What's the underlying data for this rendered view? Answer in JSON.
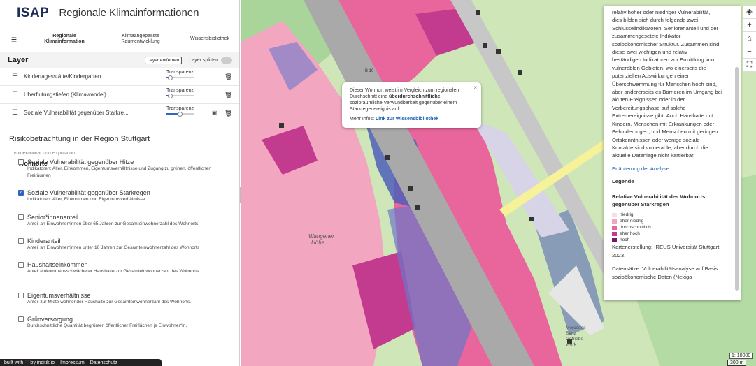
{
  "app": {
    "logo_text": "ISAP",
    "title": "Regionale Klimainformationen"
  },
  "nav": {
    "tabs": [
      {
        "label_line1": "Regionale",
        "label_line2": "Klimainformation"
      },
      {
        "label_line1": "Klimaangepasste",
        "label_line2": "Raumentwicklung"
      },
      {
        "label_line1": "Wissensbibliothek",
        "label_line2": ""
      }
    ]
  },
  "layers": {
    "title": "Layer",
    "remove_label": "Layer entfernen",
    "split_label": "Layer splitten",
    "items": [
      {
        "name": "Kindertagesstätte/Kindergarten",
        "transparency_label": "Transparenz",
        "transparency_level": 0.05
      },
      {
        "name": "Überflutungstiefen (Klimawandel)",
        "transparency_label": "Transparenz",
        "transparency_level": 0.05
      },
      {
        "name": "Soziale Vulnerabilität gegenüber Starkre...",
        "transparency_label": "Transparenz",
        "transparency_level": 0.45
      }
    ]
  },
  "risk": {
    "title": "Risikobetrachtung in der Region Stuttgart",
    "cut_text": "Vulnerabilität und Exposition",
    "section": "Wohnorte",
    "items": [
      {
        "label": "Soziale Vulnerabilität gegenüber Hitze",
        "desc": "Indikatoren: Alter, Einkommen, Eigentumsverhältnisse und Zugang zu grünen, öffentlichen Freiräumen",
        "checked": false
      },
      {
        "label": "Soziale Vulnerabilität gegenüber Starkregen",
        "desc": "Indikatoren: Alter, Einkommen und Eigentumsverhältnisse",
        "checked": true
      },
      {
        "label": "Senior*innenanteil",
        "desc": "Anteil an Einwohner*innen über 65 Jahren zur Gesamteinwohnerzahl des Wohnorts",
        "checked": false
      },
      {
        "label": "Kinderanteil",
        "desc": "Anteil an Einwohner*innen unter 10 Jahren zur Gesamteinwohnerzahl des Wohnorts",
        "checked": false
      },
      {
        "label": "Haushaltseinkommen",
        "desc": "Anteil einkommensschwächerer Haushalte zur Gesamteinwohnerzahl des Wohnorts",
        "checked": false
      },
      {
        "label": "Eigentumsverhältnisse",
        "desc": "Anteil zur Miete wohnender Haushalte zur Gesamteinwohnerzahl des Wohnorts.",
        "checked": false
      },
      {
        "label": "Grünversorgung",
        "desc": "Durchschnittliche Quantität begrünter, öffentlicher Freiflächen je Einwohner*in.",
        "checked": false
      }
    ]
  },
  "footer": {
    "built_with": "built with",
    "by": "by inditik.io",
    "impressum": "Impressum",
    "datenschutz": "Datenschutz"
  },
  "popup": {
    "line1": "Dieser Wohnort weist im Vergleich zum regionalen",
    "line2_pre": "Durchschnitt eine ",
    "line2_bold": "überdurchschnittliche",
    "line3": "sozioräumliche Verwundbarkeit gegenüber einem",
    "line4": "Starkregenereignis auf.",
    "more_label": "Mehr Infos: ",
    "link_label": "Link zur Wissensbibliothek",
    "close": "×"
  },
  "legend_panel": {
    "lines": [
      "relativ hoher oder niedriger Vulnerabilität,",
      "dies bilden sich durch folgende zwei",
      "Schlüsselindikatoren: Seniorenanteil und der",
      "zusammengesetzte Indikator",
      "sozioökonomischer Struktur. Zusammen sind",
      "diese zwei wichtigen und relativ",
      "beständigen Indikatoren zur Ermittlung von",
      "vulnerablen Gebieten, wo einerseits die",
      "potenziellen Auswirkungen einer",
      "Überschwemmung für Menschen hoch sind,",
      "aber andererseits es Barrieren im Umgang bei",
      "akuten Ereignissen oder in der",
      "Vorbereitungsphase auf solche",
      "Extremereignisse gibt. Auch Haushalte mit",
      "Kindern, Menschen mit Erkrankungen oder",
      "Behinderungen, und Menschen mit geringen",
      "Ortskenntnissen oder wenige soziale",
      "Kontakte sind vulnerable, aber durch die",
      "aktuelle Datenlage nicht kartierbar."
    ],
    "analysis_link": "Erläuterung der Analyse",
    "legend_label": "Legende",
    "legend_title": "Relative Vulnerabilität des Wohnorts gegenüber Starkregen",
    "classes": [
      {
        "label": "niedrig",
        "color": "#f7dde6"
      },
      {
        "label": "eher niedrig",
        "color": "#f2a6c0"
      },
      {
        "label": "durchschnittlich",
        "color": "#e8669b"
      },
      {
        "label": "eher hoch",
        "color": "#c23b8e"
      },
      {
        "label": "hoch",
        "color": "#7a1470"
      }
    ],
    "credit": "Kartenerstellung: IREUS Universität Stuttgart, 2023.",
    "datasets": "Datensätze: Vulnerabilitätsanalyse auf Basis sozioökonomische Daten (Nexiga"
  },
  "map": {
    "labels": {
      "wangener": "Wangener",
      "hohe": "Höhe",
      "b10": "B 10",
      "benz_line1": "Mercedes-",
      "benz_line2": "Benz",
      "benz_line3": "Getriebe",
      "benz_line4": "Werk"
    },
    "scale_ratio": "1: 10000",
    "scale_bar": "300 m",
    "controls": [
      "layers-icon",
      "zoom-in-icon",
      "home-icon",
      "zoom-out-icon",
      "fullscreen-icon"
    ]
  }
}
